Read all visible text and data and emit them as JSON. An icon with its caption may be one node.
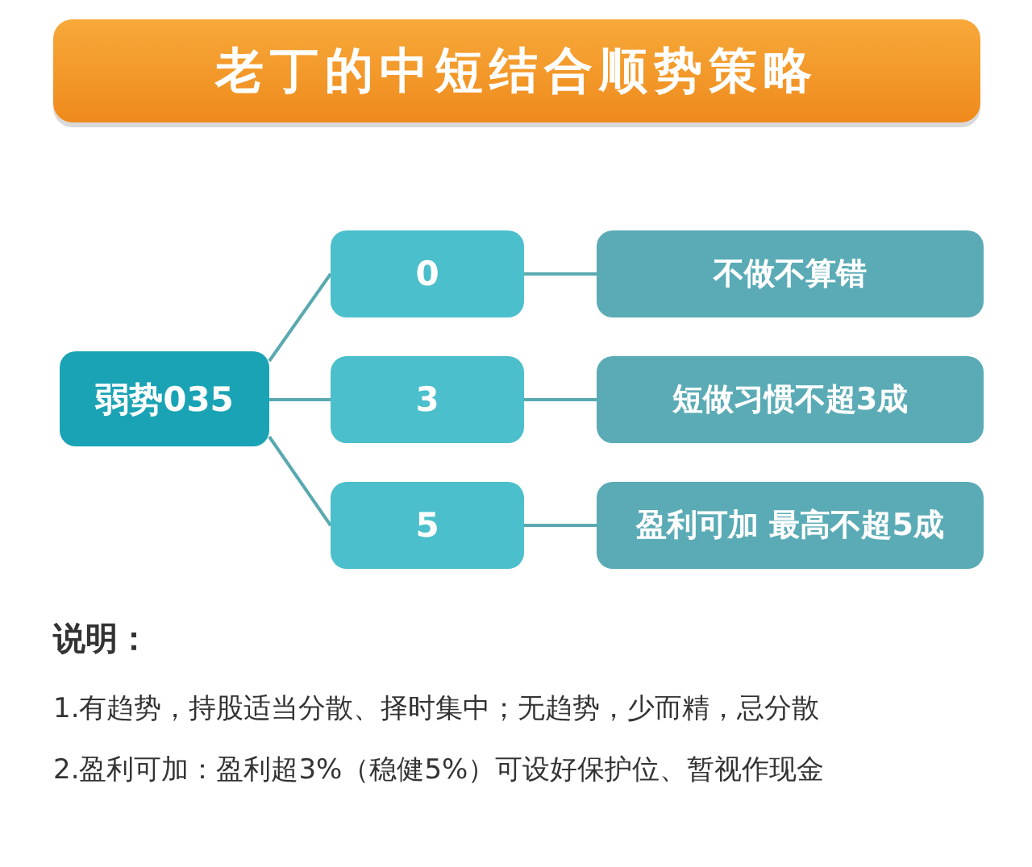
{
  "diagram": {
    "title": "老丁的中短结合顺势策略",
    "nodes": [
      {
        "text": [
          "弱势035"
        ]
      },
      {
        "text": [
          "0"
        ]
      },
      {
        "text": [
          "3"
        ]
      },
      {
        "text": [
          "5"
        ]
      },
      {
        "text": [
          "不做不算错"
        ]
      },
      {
        "text": [
          "短做习惯不超3成"
        ]
      },
      {
        "text": [
          "盈利可加 最高不超5成"
        ]
      }
    ],
    "edges": [
      {
        "from": 0,
        "to": 1,
        "arrow": "none"
      },
      {
        "from": 0,
        "to": 2,
        "arrow": "none"
      },
      {
        "from": 0,
        "to": 3,
        "arrow": "none"
      },
      {
        "from": 1,
        "to": 4,
        "arrow": "none"
      },
      {
        "from": 2,
        "to": 5,
        "arrow": "none"
      },
      {
        "from": 3,
        "to": 6,
        "arrow": "none"
      }
    ],
    "labels": [
      "说明：",
      "1.有趋势，持股适当分散、择时集中；无趋势，少而精，忌分散",
      "2.盈利可加：盈利超3%（稳健5%）可设好保护位、暂视作现金"
    ]
  }
}
